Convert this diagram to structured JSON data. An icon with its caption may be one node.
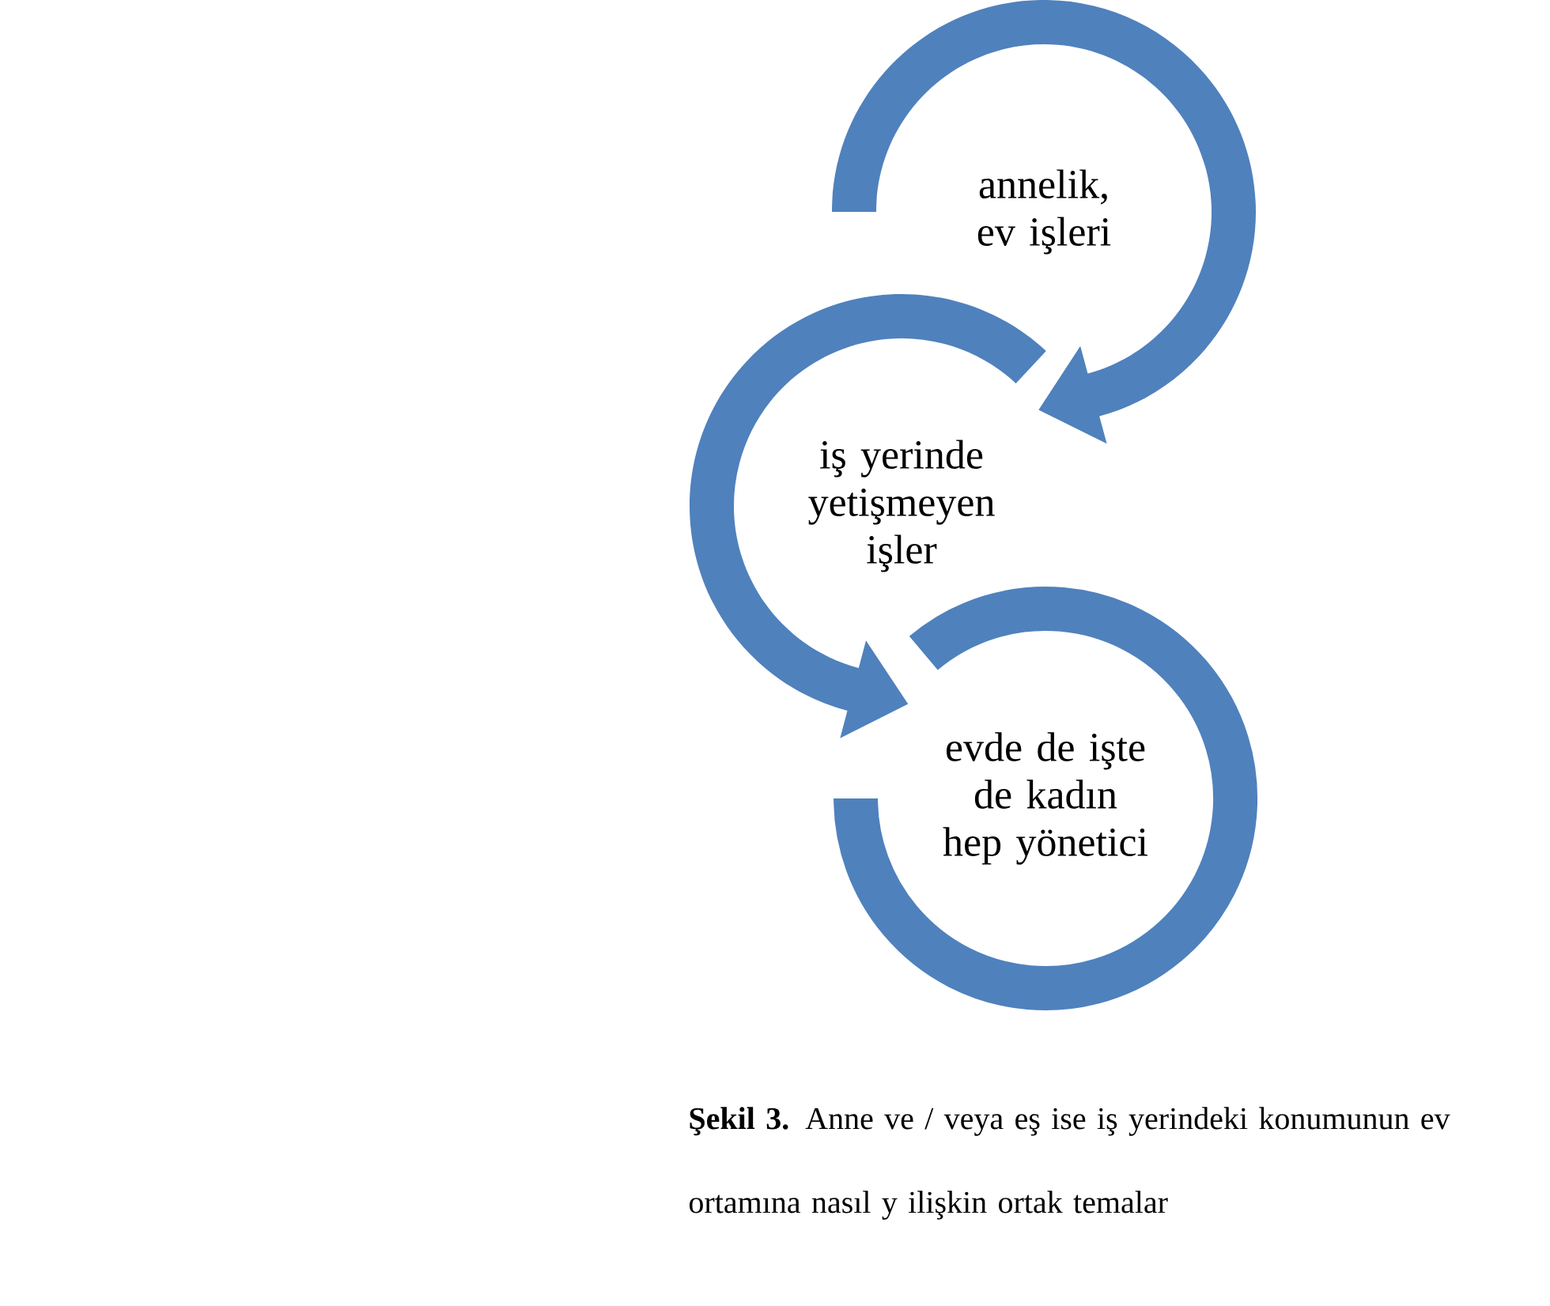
{
  "diagram": {
    "caption": "**Şekil 3.** Anne ve / veya eş ise iş yerindeki konumunun ev ortamına nasıl y ilişkin ortak temalar",
    "nodes": [
      {
        "text": [
          "annelik, ev işleri"
        ]
      },
      {
        "text": [
          "iş yerinde yetişmeyen işler"
        ]
      },
      {
        "text": [
          "evde de işte de kadın hep yönetici"
        ]
      }
    ],
    "edges": [
      {
        "from": 0,
        "to": 1,
        "arrow": "to"
      },
      {
        "from": 1,
        "to": 2,
        "arrow": "to"
      }
    ]
  }
}
